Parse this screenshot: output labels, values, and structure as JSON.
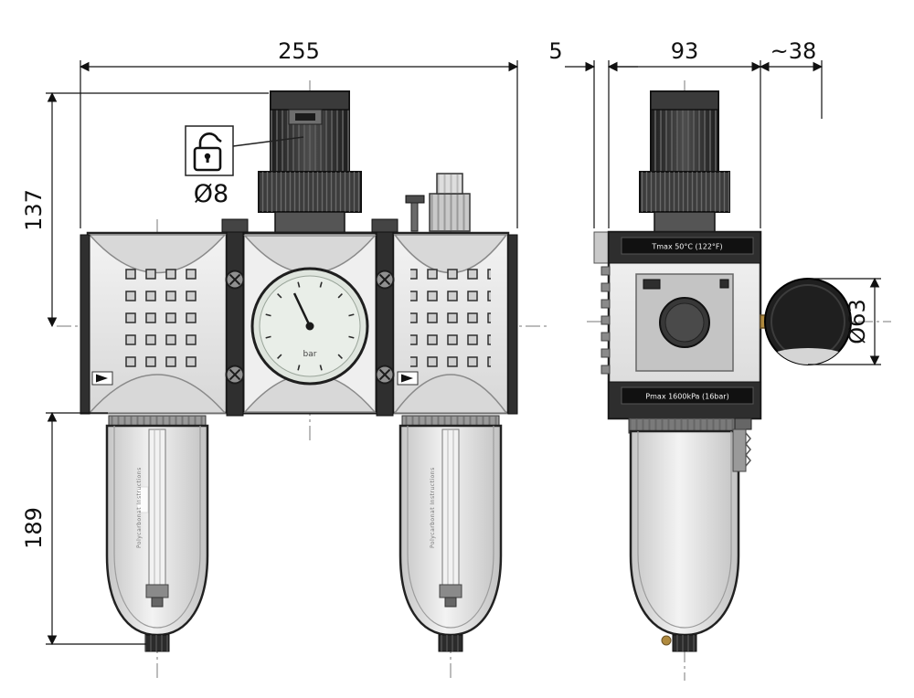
{
  "dimensions": {
    "total_width": "255",
    "height_upper": "137",
    "height_lower": "189",
    "lock_size": "Ø8",
    "side_offset": "5",
    "side_width": "93",
    "side_depth": "~38",
    "gauge_diameter": "Ø63"
  },
  "labels": {
    "tmax_plate": "Tmax 50°C (122°F)",
    "pmax_plate": "Pmax 1600kPa (16bar)",
    "gauge_unit": "bar",
    "bowl_text": "Polycarbonat Instructions"
  }
}
